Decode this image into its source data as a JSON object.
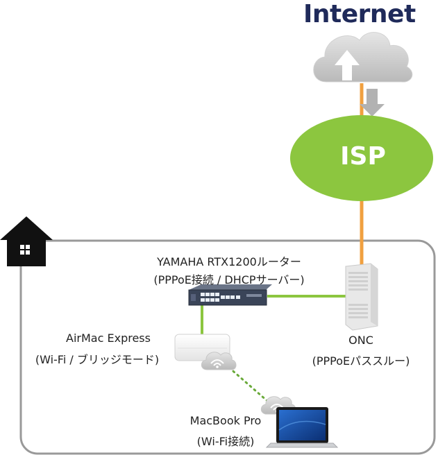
{
  "internet": {
    "title": "Internet"
  },
  "isp": {
    "label": "ISP"
  },
  "router": {
    "name": "YAMAHA RTX1200ルーター",
    "role": "(PPPoE接続 / DHCPサーバー)"
  },
  "onc": {
    "name": "ONC",
    "role": "(PPPoEパススルー)"
  },
  "airmac": {
    "name": "AirMac Express",
    "role": "(Wi-Fi / ブリッジモード)"
  },
  "macbook": {
    "name": "MacBook Pro",
    "role": "(Wi-Fi接続)"
  },
  "colors": {
    "wan_link": "#f0a040",
    "lan_link": "#8cc63f",
    "wifi_link": "#6aaa3a",
    "isp_fill": "#8cc63f",
    "home_border": "#999999",
    "title": "#1f2a5a"
  },
  "icons": [
    "cloud-upload-icon",
    "house-icon",
    "wifi-cloud-icon",
    "router-device-icon",
    "onu-device-icon",
    "airmac-device-icon",
    "laptop-icon"
  ]
}
